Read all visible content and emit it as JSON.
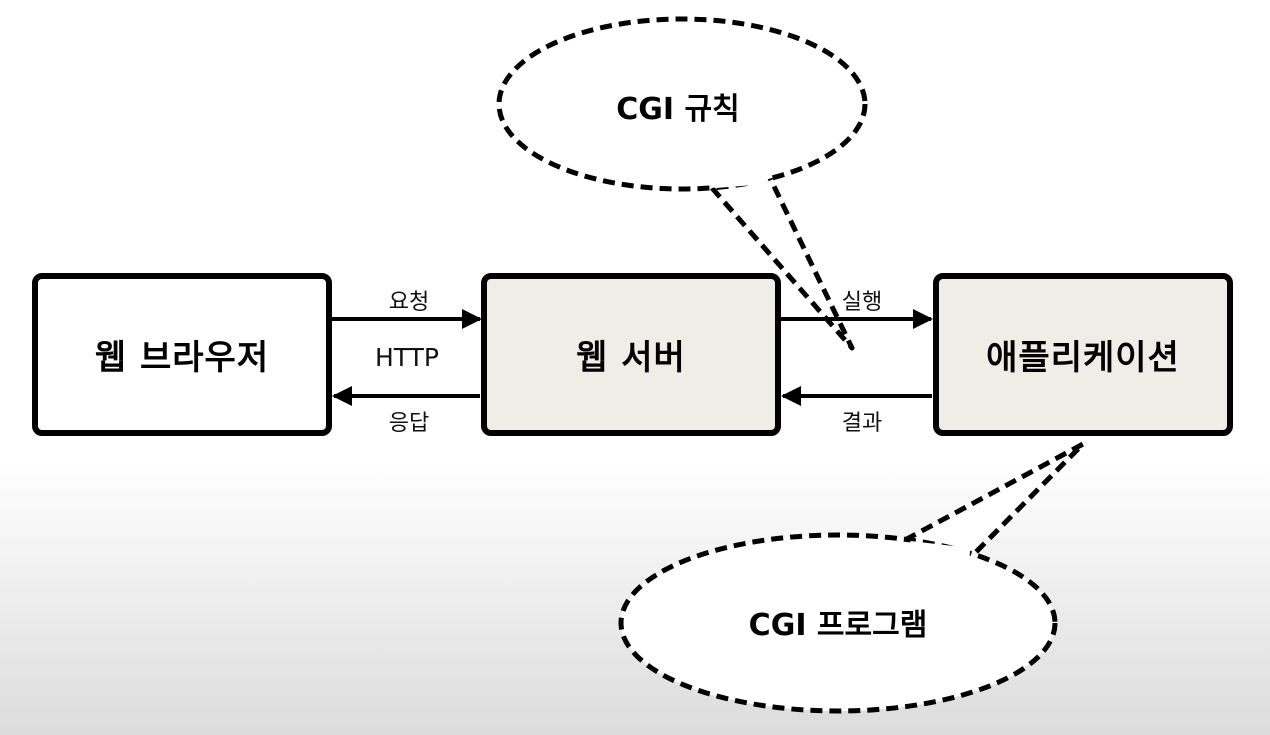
{
  "nodes": {
    "browser": "웹 브라우저",
    "server": "웹 서버",
    "application": "애플리케이션"
  },
  "edges": {
    "request": "요청",
    "protocol": "HTTP",
    "response": "응답",
    "execute": "실행",
    "result": "결과"
  },
  "callouts": {
    "cgi_rule": "CGI 규칙",
    "cgi_program": "CGI 프로그램"
  },
  "colors": {
    "box_border": "#000000",
    "browser_fill": "#ffffff",
    "server_fill": "#eeede6",
    "application_fill": "#eeede6"
  }
}
